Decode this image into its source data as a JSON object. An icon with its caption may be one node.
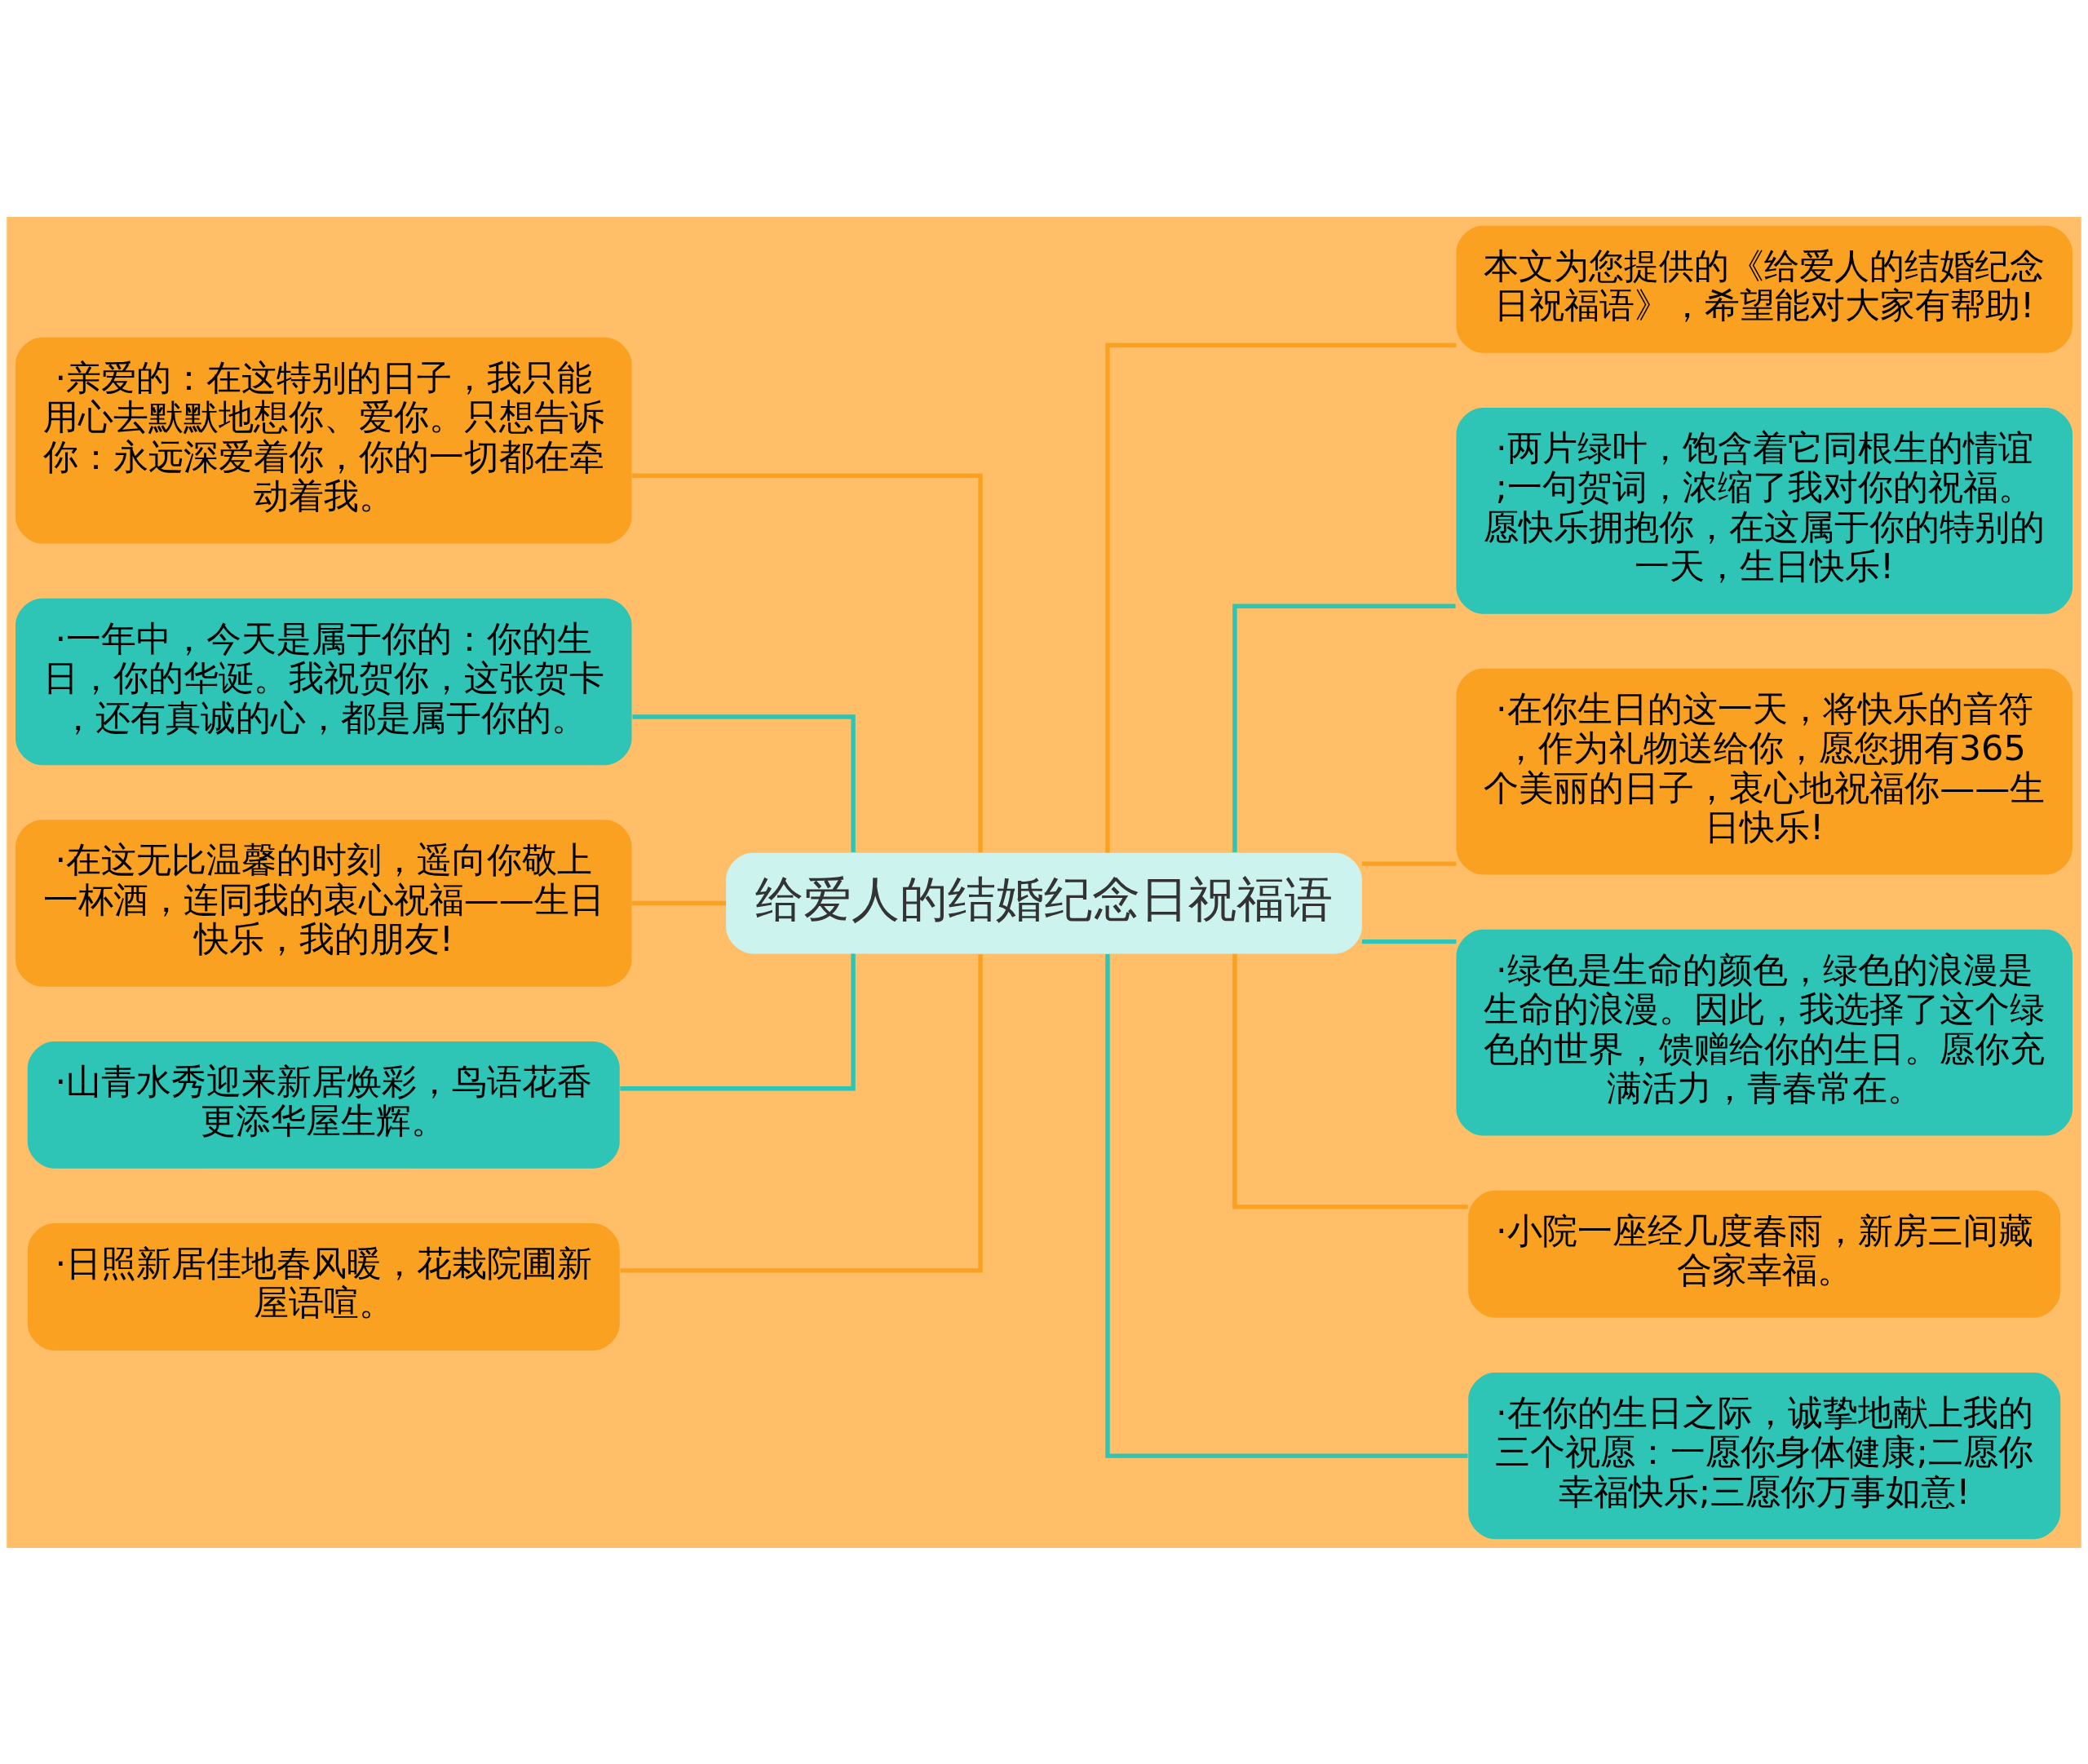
{
  "diagram": {
    "nodes": [
      {
        "text": [
          "给爱人的结婚纪念日祝福语"
        ]
      },
      {
        "text": [
          "·亲爱的：在这特别的日子，我只能用心去默默地想你、爱你。只想告诉你：永远深爱着你，你的一切都在牵动着我。"
        ]
      },
      {
        "text": [
          "·一年中，今天是属于你的：你的生日，你的华诞。我祝贺你，这张贺卡，还有真诚的心，都是属于你的。"
        ]
      },
      {
        "text": [
          "·在这无比温馨的时刻，遥向你敬上一杯酒，连同我的衷心祝福——生日快乐，我的朋友!"
        ]
      },
      {
        "text": [
          "·山青水秀迎来新居焕彩，鸟语花香更添华屋生辉。"
        ]
      },
      {
        "text": [
          "·日照新居佳地春风暖，花栽院圃新屋语喧。"
        ]
      },
      {
        "text": [
          "本文为您提供的《给爱人的结婚纪念日祝福语》，希望能对大家有帮助!"
        ]
      },
      {
        "text": [
          "·两片绿叶，饱含着它同根生的情谊;一句贺词，浓缩了我对你的祝福。愿快乐拥抱你，在这属于你的特别的一天，生日快乐!"
        ]
      },
      {
        "text": [
          "·在你生日的这一天，将快乐的音符，作为礼物送给你，愿您拥有365个美丽的日子，衷心地祝福你——生日快乐!"
        ]
      },
      {
        "text": [
          "·绿色是生命的颜色，绿色的浪漫是生命的浪漫。因此，我选择了这个绿色的世界，馈赠给你的生日。愿你充满活力，青春常在。"
        ]
      },
      {
        "text": [
          "·小院一座经几度春雨，新房三间藏合家幸福。"
        ]
      },
      {
        "text": [
          "·在你的生日之际，诚挚地献上我的三个祝愿：一愿你身体健康;二愿你幸福快乐;三愿你万事如意!"
        ]
      }
    ],
    "edges": [
      {
        "from": 0,
        "to": 1,
        "arrow": "none"
      },
      {
        "from": 0,
        "to": 2,
        "arrow": "none",
        "color": "#2ec4b6"
      },
      {
        "from": 0,
        "to": 3,
        "arrow": "none"
      },
      {
        "from": 0,
        "to": 4,
        "arrow": "none",
        "color": "#2ec4b6"
      },
      {
        "from": 0,
        "to": 5,
        "arrow": "none"
      },
      {
        "from": 0,
        "to": 6,
        "arrow": "none"
      },
      {
        "from": 0,
        "to": 7,
        "arrow": "none",
        "color": "#2ec4b6"
      },
      {
        "from": 0,
        "to": 8,
        "arrow": "none"
      },
      {
        "from": 0,
        "to": 9,
        "arrow": "none",
        "color": "#2ec4b6"
      },
      {
        "from": 0,
        "to": 10,
        "arrow": "none"
      },
      {
        "from": 0,
        "to": 11,
        "arrow": "none",
        "color": "#2ec4b6"
      }
    ]
  }
}
